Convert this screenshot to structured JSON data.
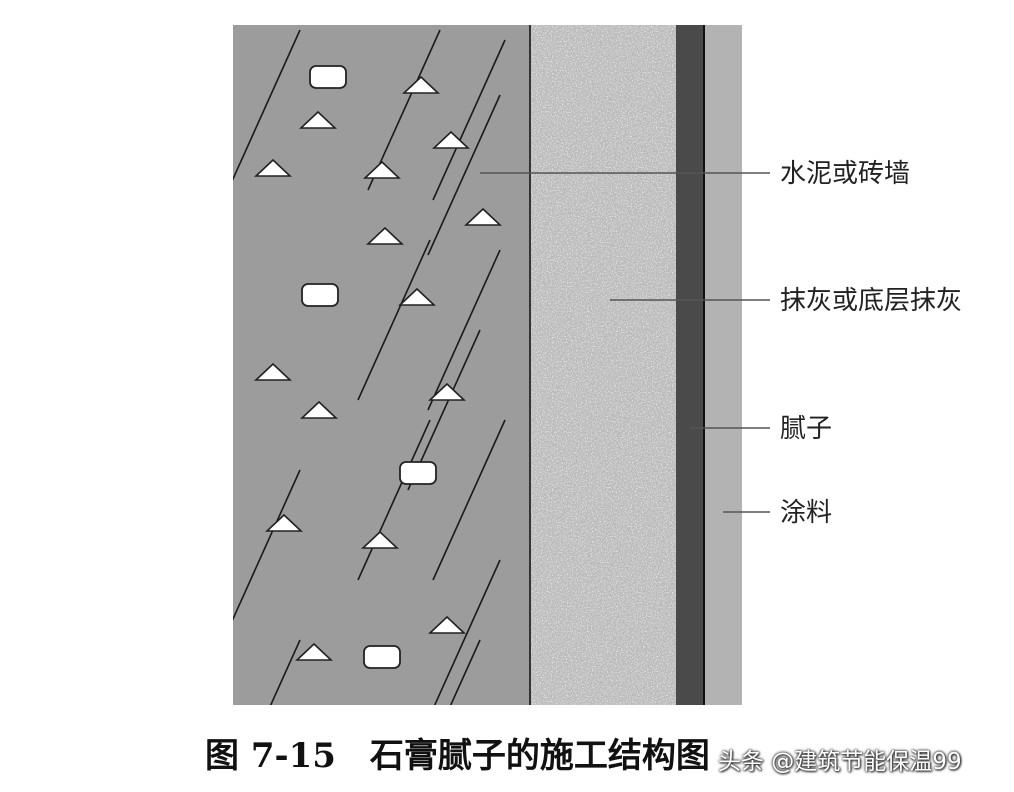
{
  "labels": {
    "wall": "水泥或砖墙",
    "plaster": "抹灰或底层抹灰",
    "putty": "腻子",
    "coating": "涂料"
  },
  "caption": {
    "number": "图 7-15",
    "title": "石膏腻子的施工结构图"
  },
  "watermark": "头条 @建筑节能保温99",
  "colors": {
    "wall": "#9c9c9c",
    "plaster": "#b8b8b8",
    "putty": "#4a4a4a",
    "coating": "#b3b3b3",
    "leader_line": "#555555"
  }
}
